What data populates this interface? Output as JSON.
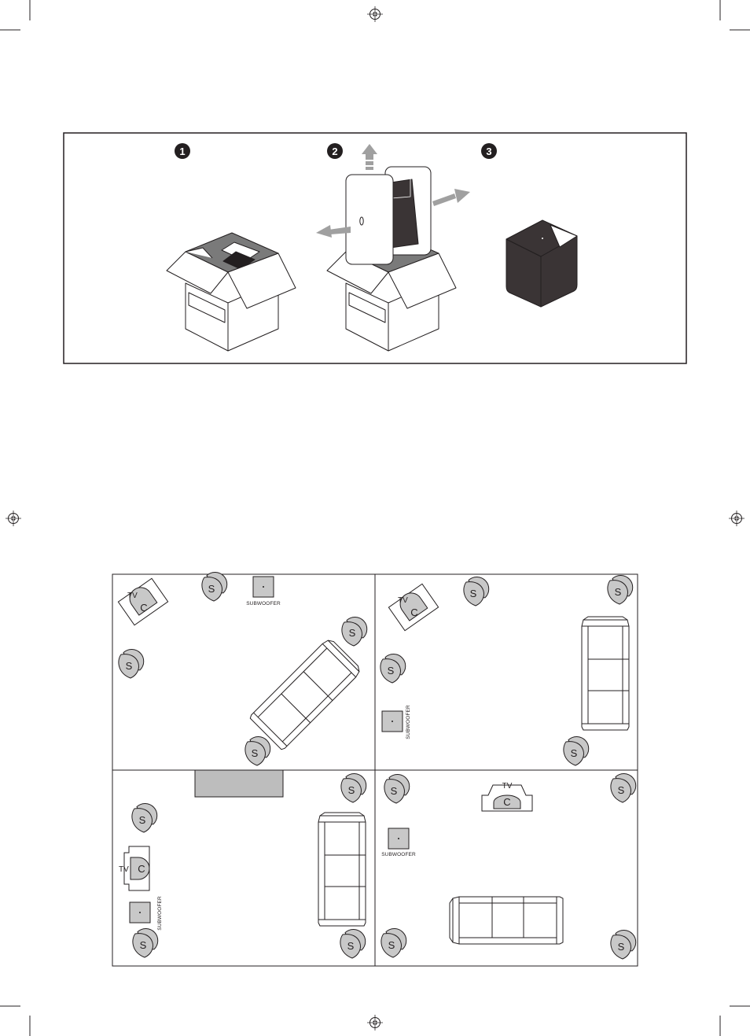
{
  "steps": [
    "1",
    "2",
    "3"
  ],
  "labels": {
    "tv": "TV",
    "center": "C",
    "surround": "S",
    "subwoofer": "SUBWOOFER"
  },
  "colors": {
    "line": "#231f20",
    "speaker_fill": "#c8c8c8",
    "box_interior": "#7a7a7a",
    "product": "#3a3435",
    "arrow": "#a0a0a0",
    "tv_stand": "#bdbdbd"
  },
  "icons": [
    "registration-mark-icon",
    "crop-mark-icon",
    "step-number-icon",
    "arrow-icon"
  ]
}
